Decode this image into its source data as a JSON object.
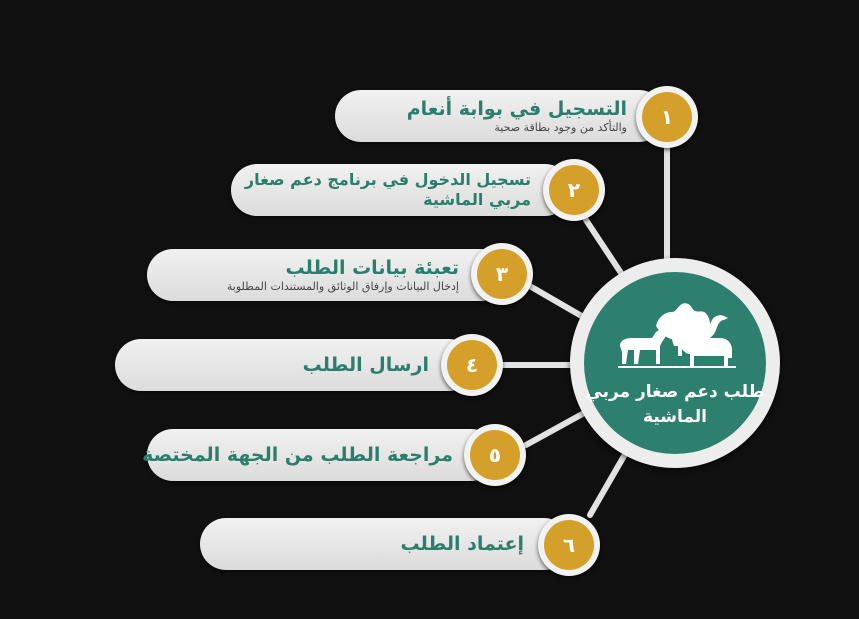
{
  "hub": {
    "title": "طلب دعم صغار مربي الماشية",
    "icon": "livestock-icon"
  },
  "colors": {
    "background": "#111010",
    "accent_gold": "#d4a02a",
    "accent_green": "#2d806e",
    "pill": "#e6e6e6"
  },
  "steps": [
    {
      "number": "١",
      "title": "التسجيل في بوابة أنعام",
      "subtitle": "والتأكد من وجود بطاقة صحية"
    },
    {
      "number": "٢",
      "title": "تسجيل الدخول في برنامج دعم صغار مربي الماشية",
      "subtitle": ""
    },
    {
      "number": "٣",
      "title": "تعبئة بيانات الطلب",
      "subtitle": "إدخال البيانات وإرفاق الوثائق والمستندات المطلوبة"
    },
    {
      "number": "٤",
      "title": "ارسال الطلب",
      "subtitle": ""
    },
    {
      "number": "٥",
      "title": "مراجعة الطلب من الجهة المختصة",
      "subtitle": ""
    },
    {
      "number": "٦",
      "title": "إعتماد الطلب",
      "subtitle": ""
    }
  ]
}
